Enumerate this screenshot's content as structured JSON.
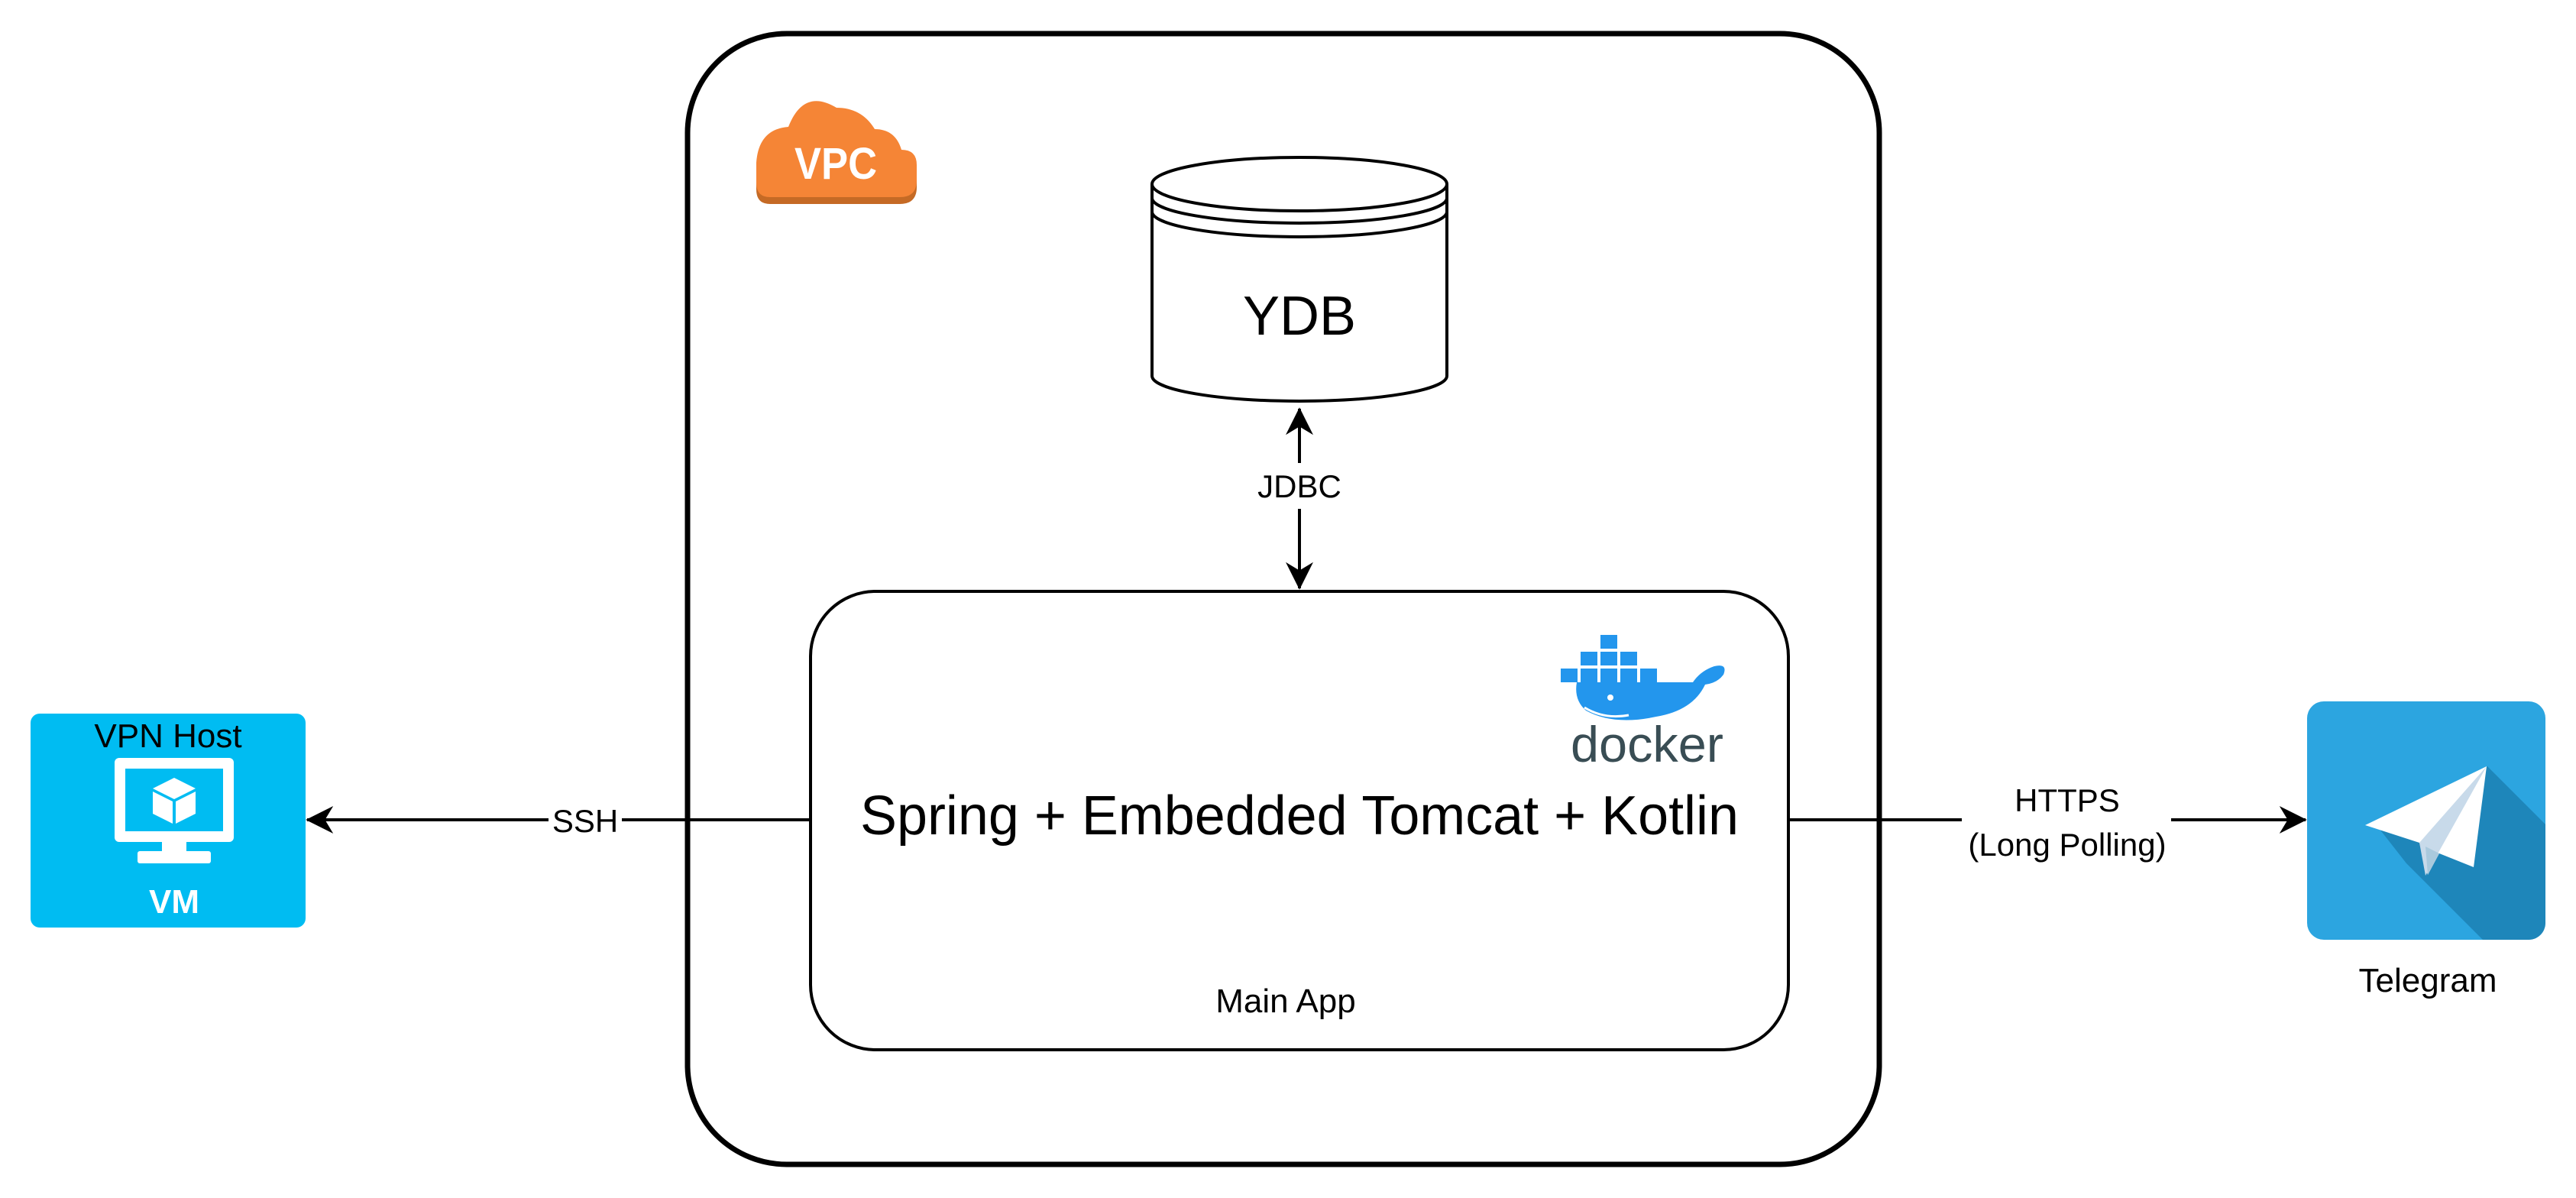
{
  "vpc": {
    "badge": "VPC",
    "color": "#F58536"
  },
  "database": {
    "label": "YDB"
  },
  "connections": {
    "db": "JDBC",
    "vpn": "SSH",
    "telegram_line1": "HTTPS",
    "telegram_line2": "(Long Polling)"
  },
  "main_app": {
    "title": "Spring + Embedded Tomcat + Kotlin",
    "caption": "Main App",
    "docker_logo_text": "docker"
  },
  "vpn_host": {
    "title": "VPN Host",
    "badge": "VM",
    "color": "#00BCF2"
  },
  "telegram": {
    "label": "Telegram",
    "color": "#1E96C8"
  }
}
